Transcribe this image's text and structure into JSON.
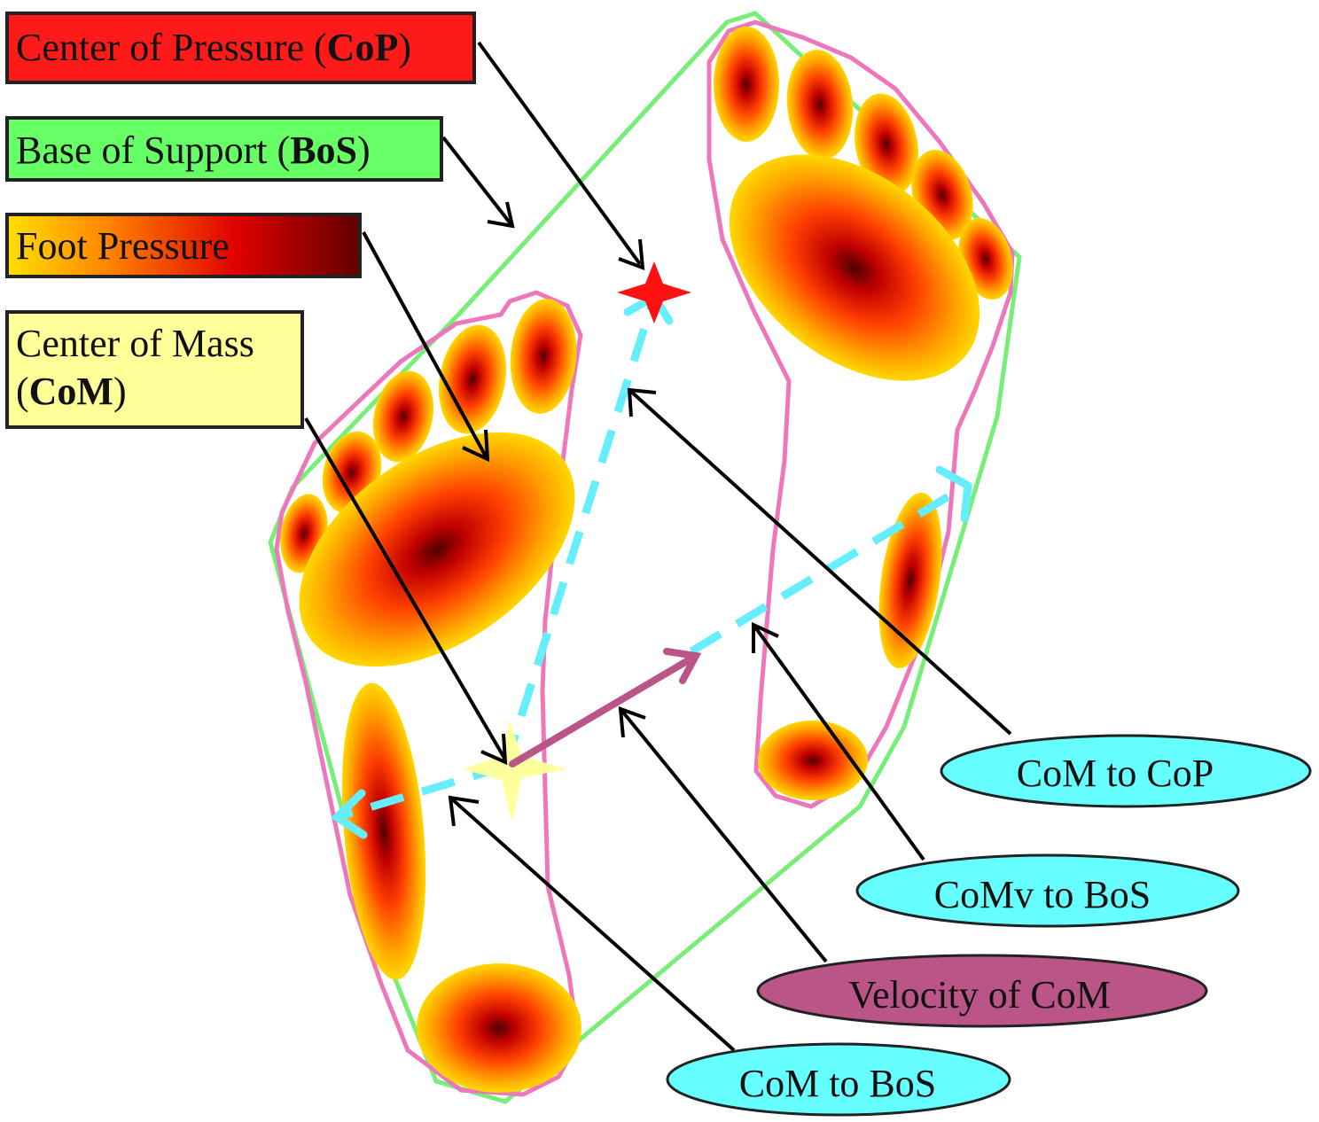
{
  "legend": {
    "cop": {
      "text": "Center of Pressure (",
      "bold": "CoP",
      "end": ")",
      "fill": "#ff1a1a"
    },
    "bos": {
      "text": "Base of Support (",
      "bold": "BoS",
      "end": ")",
      "fill": "#66ff66"
    },
    "foot": {
      "text": "Foot Pressure",
      "gradient": [
        "#ffe000",
        "#ff8000",
        "#e00000",
        "#600000"
      ]
    },
    "com": {
      "line1": "Center of Mass",
      "line2_open": "(",
      "bold": "CoM",
      "line2_close": ")",
      "fill": "#ffff99"
    }
  },
  "callouts": {
    "com_to_cop": {
      "text": "CoM to CoP",
      "fill": "#66ffff"
    },
    "comv_to_bos": {
      "text": "CoMv to BoS",
      "fill": "#66ffff"
    },
    "velocity_com": {
      "text": "Velocity of CoM",
      "fill": "#bb5588"
    },
    "com_to_bos": {
      "text": "CoM to BoS",
      "fill": "#66ffff"
    }
  },
  "colors": {
    "bos_outline": "#77ee77",
    "foot_outline": "#ee77bb",
    "dashed_vector": "#66eeff",
    "velocity_vector": "#bb5588",
    "cop_marker": "#ff1111",
    "com_marker": "#ffff99",
    "pointer": "#000000"
  }
}
